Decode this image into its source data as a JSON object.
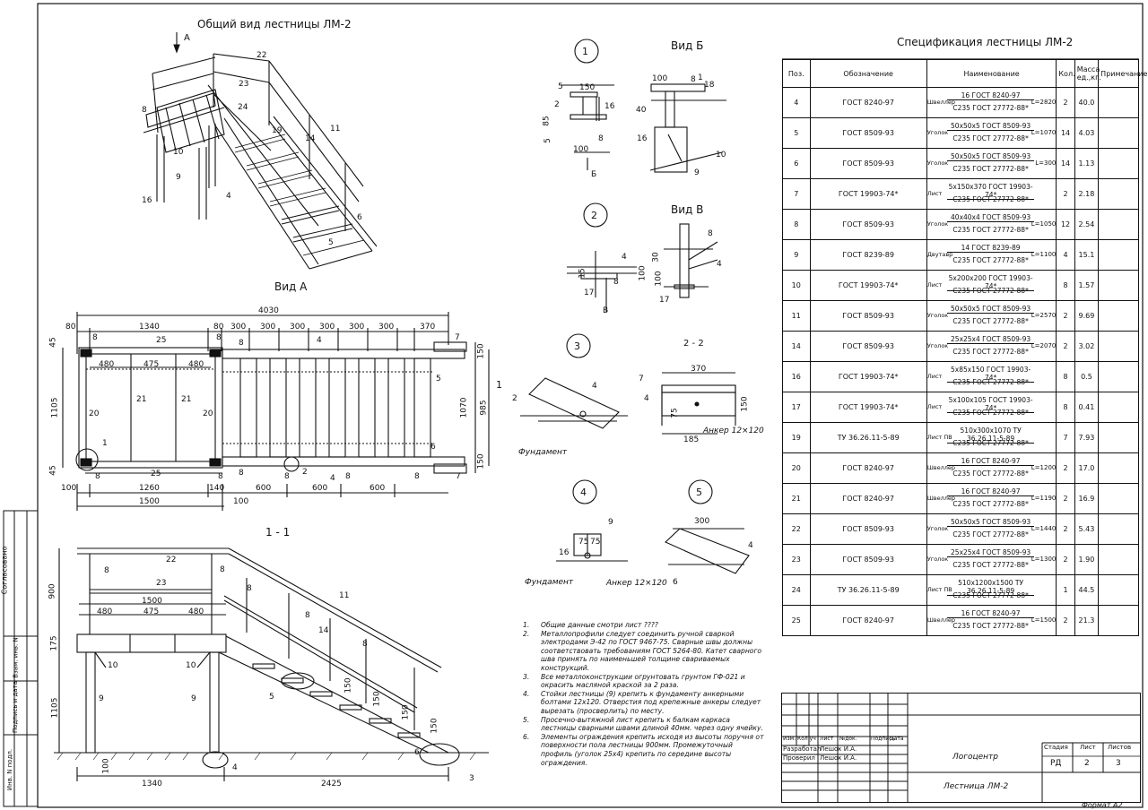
{
  "sheet_title": "Общий вид лестницы ЛМ-2",
  "view_a_title": "Вид А",
  "section_title": "1 - 1",
  "view_b_title": "Вид Б",
  "view_v_title": "Вид В",
  "section_22_title": "2 - 2",
  "arrow_a": "А",
  "arrow_b": "Б",
  "arrow_v": "В",
  "foundation_label": "Фундамент",
  "anchor_label": "Анкер 12×120",
  "detail_numbers": [
    "1",
    "2",
    "3",
    "4",
    "5"
  ],
  "spec": {
    "title": "Спецификация лестницы ЛМ-2",
    "headers": [
      "Поз.",
      "Обозначение",
      "Наименование",
      "Кол.",
      "Масса ед.,кг.",
      "Примечание"
    ],
    "rows": [
      {
        "pos": "4",
        "doc": "ГОСТ 8240-97",
        "pre": "Швеллер",
        "top": "16 ГОСТ 8240-97",
        "bot": "С235 ГОСТ 27772-88*",
        "len": "L=2820",
        "qty": "2",
        "mass": "40.0"
      },
      {
        "pos": "5",
        "doc": "ГОСТ 8509-93",
        "pre": "Уголок",
        "top": "50х50х5 ГОСТ 8509-93",
        "bot": "С235 ГОСТ 27772-88*",
        "len": "L=1070",
        "qty": "14",
        "mass": "4.03"
      },
      {
        "pos": "6",
        "doc": "ГОСТ 8509-93",
        "pre": "Уголок",
        "top": "50х50х5 ГОСТ 8509-93",
        "bot": "С235 ГОСТ 27772-88*",
        "len": "L=300",
        "qty": "14",
        "mass": "1.13"
      },
      {
        "pos": "7",
        "doc": "ГОСТ 19903-74*",
        "pre": "Лист",
        "top": "5х150х370 ГОСТ 19903-74*",
        "bot": "С235 ГОСТ 27772-88*",
        "len": "",
        "qty": "2",
        "mass": "2.18"
      },
      {
        "pos": "8",
        "doc": "ГОСТ 8509-93",
        "pre": "Уголок",
        "top": "40х40х4 ГОСТ 8509-93",
        "bot": "С235 ГОСТ 27772-88*",
        "len": "L=1050",
        "qty": "12",
        "mass": "2.54"
      },
      {
        "pos": "9",
        "doc": "ГОСТ 8239-89",
        "pre": "Двутавр",
        "top": "14 ГОСТ 8239-89",
        "bot": "С235 ГОСТ 27772-88*",
        "len": "L=1100",
        "qty": "4",
        "mass": "15.1"
      },
      {
        "pos": "10",
        "doc": "ГОСТ 19903-74*",
        "pre": "Лист",
        "top": "5х200х200 ГОСТ 19903-74*",
        "bot": "С235 ГОСТ 27772-88*",
        "len": "",
        "qty": "8",
        "mass": "1.57"
      },
      {
        "pos": "11",
        "doc": "ГОСТ 8509-93",
        "pre": "Уголок",
        "top": "50х50х5 ГОСТ 8509-93",
        "bot": "С235 ГОСТ 27772-88*",
        "len": "L=2570",
        "qty": "2",
        "mass": "9.69"
      },
      {
        "pos": "14",
        "doc": "ГОСТ 8509-93",
        "pre": "Уголок",
        "top": "25х25х4 ГОСТ 8509-93",
        "bot": "С235 ГОСТ 27772-88*",
        "len": "L=2070",
        "qty": "2",
        "mass": "3.02"
      },
      {
        "pos": "16",
        "doc": "ГОСТ 19903-74*",
        "pre": "Лист",
        "top": "5х85х150 ГОСТ 19903-74*",
        "bot": "С235 ГОСТ 27772-88*",
        "len": "",
        "qty": "8",
        "mass": "0.5"
      },
      {
        "pos": "17",
        "doc": "ГОСТ 19903-74*",
        "pre": "Лист",
        "top": "5х100х105 ГОСТ 19903-74*",
        "bot": "С235 ГОСТ 27772-88*",
        "len": "",
        "qty": "8",
        "mass": "0.41"
      },
      {
        "pos": "19",
        "doc": "ТУ 36.26.11-5-89",
        "pre": "Лист ПВ",
        "top": "510х300х1070 ТУ 36.26.11-5-89",
        "bot": "С235 ГОСТ 27772-88*",
        "len": "",
        "qty": "7",
        "mass": "7.93"
      },
      {
        "pos": "20",
        "doc": "ГОСТ 8240-97",
        "pre": "Швеллер",
        "top": "16 ГОСТ 8240-97",
        "bot": "С235 ГОСТ 27772-88*",
        "len": "L=1200",
        "qty": "2",
        "mass": "17.0"
      },
      {
        "pos": "21",
        "doc": "ГОСТ 8240-97",
        "pre": "Швеллер",
        "top": "16 ГОСТ 8240-97",
        "bot": "С235 ГОСТ 27772-88*",
        "len": "L=1190",
        "qty": "2",
        "mass": "16.9"
      },
      {
        "pos": "22",
        "doc": "ГОСТ 8509-93",
        "pre": "Уголок",
        "top": "50х50х5 ГОСТ 8509-93",
        "bot": "С235 ГОСТ 27772-88*",
        "len": "L=1440",
        "qty": "2",
        "mass": "5.43"
      },
      {
        "pos": "23",
        "doc": "ГОСТ 8509-93",
        "pre": "Уголок",
        "top": "25х25х4 ГОСТ 8509-93",
        "bot": "С235 ГОСТ 27772-88*",
        "len": "L=1300",
        "qty": "2",
        "mass": "1.90"
      },
      {
        "pos": "24",
        "doc": "ТУ 36.26.11-5-89",
        "pre": "Лист ПВ",
        "top": "510х1200х1500 ТУ 36.26.11-5-89",
        "bot": "С235 ГОСТ 27772-88*",
        "len": "",
        "qty": "1",
        "mass": "44.5"
      },
      {
        "pos": "25",
        "doc": "ГОСТ 8240-97",
        "pre": "Швеллер",
        "top": "16 ГОСТ 8240-97",
        "bot": "С235 ГОСТ 27772-88*",
        "len": "L=1500",
        "qty": "2",
        "mass": "21.3"
      }
    ]
  },
  "notes": [
    {
      "no": "1.",
      "text": "Общие данные смотри лист ????"
    },
    {
      "no": "2.",
      "text": "Металлопрофили следует соединить ручной сваркой электродами Э-42 по ГОСТ 9467-75. Сварные швы должны соответствовать требованиям ГОСТ 5264-80. Катет сварного шва принять по наименьшей толщине свариваемых конструкций."
    },
    {
      "no": "3.",
      "text": "Все металлоконструкции огрунтовать грунтом ГФ-021 и окрасить масляной краской за 2 раза."
    },
    {
      "no": "4.",
      "text": "Стойки лестницы (9) крепить к фундаменту анкерными болтами 12х120. Отверстия под крепежные анкеры следует вырезать (просверлить) по месту."
    },
    {
      "no": "5.",
      "text": "Просечно-вытяжной лист крепить к балкам каркаса лестницы сварными швами длиной 40мм. через одну ячейку."
    },
    {
      "no": "6.",
      "text": "Элементы ограждения крепить исходя из высоты поручня от поверхности пола лестницы 900мм. Промежуточный профиль (уголок 25х4) крепить по середине высоты ограждения."
    }
  ],
  "titleblock": {
    "cols": [
      "Изм.",
      "Кол.уч",
      "Лист",
      "№док.",
      "Подпись",
      "Дата"
    ],
    "developed_label": "Разработал",
    "developed_name": "Лешок И.А.",
    "checked_label": "Проверил",
    "checked_name": "Лешок И.А.",
    "org": "Логоцентр",
    "sheet_name": "Лестница ЛМ-2",
    "stage_label": "Стадия",
    "sheet_label": "Лист",
    "sheets_label": "Листов",
    "stage": "РД",
    "sheet": "2",
    "sheets": "3",
    "format": "Формат А2"
  },
  "side_stamp": [
    "Согласовано",
    "Инв. N подл.",
    "Подпись и дата",
    "Взам. инв. N"
  ],
  "dims_view_a": {
    "overall": "4030",
    "top": [
      "80",
      "1340",
      "80",
      "300",
      "300",
      "300",
      "300",
      "300",
      "300",
      "370"
    ],
    "inner": [
      "480",
      "475",
      "480"
    ],
    "bottom": [
      "100",
      "1260",
      "140",
      "600",
      "600",
      "600"
    ],
    "bottom2": [
      "1500",
      "100"
    ],
    "left": [
      "45",
      "1105",
      "45"
    ],
    "right": [
      "150",
      "1070",
      "985",
      "150"
    ]
  },
  "dims_section": {
    "heights": [
      "900",
      "175",
      "1105",
      "100"
    ],
    "widths": [
      "1340",
      "2425"
    ],
    "platform": "1500",
    "inner": [
      "480",
      "475",
      "480"
    ],
    "steps": [
      "150",
      "150",
      "150",
      "150"
    ]
  },
  "dims_details": {
    "vb1": [
      "5",
      "150",
      "85",
      "5",
      "100",
      "16",
      "8"
    ],
    "vb2": [
      "100",
      "8",
      "18",
      "40",
      "16",
      "9",
      "10"
    ],
    "vv1": [
      "4",
      "15",
      "100",
      "17",
      "8"
    ],
    "vv2": [
      "30",
      "100",
      "8",
      "4",
      "17"
    ],
    "s22": [
      "370",
      "150",
      "185",
      "75"
    ],
    "d4": [
      "75",
      "75",
      "16",
      "9"
    ],
    "d5": [
      "300",
      "4",
      "6"
    ]
  }
}
